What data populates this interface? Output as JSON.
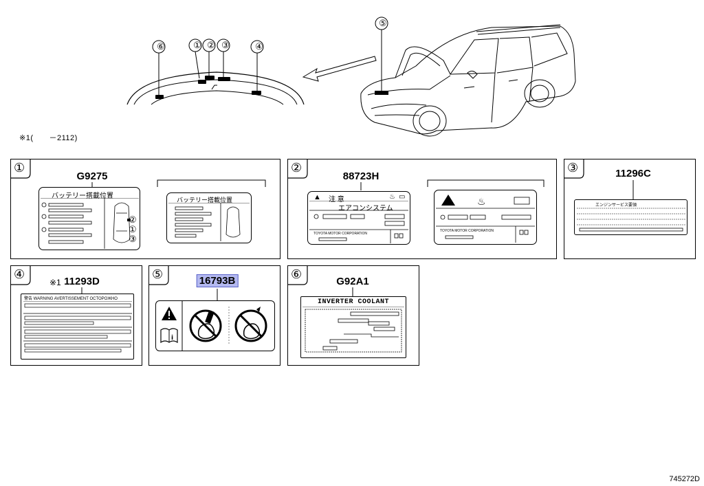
{
  "top": {
    "callouts": [
      "⑥",
      "①",
      "②",
      "③",
      "④",
      "⑤"
    ]
  },
  "note": "※1(　　－2112)",
  "sheet_id": "745272D",
  "panels": {
    "p1": {
      "num": "①",
      "part": "G9275",
      "label_title_a": "バッテリー搭載位置",
      "label_title_b": "バッテリー搭載位置",
      "callouts": [
        "②",
        "①",
        "③"
      ]
    },
    "p2": {
      "num": "②",
      "part": "88723H",
      "title_a_caution": "注 意",
      "title_a_main": "エアコンシステム",
      "footer_a": "TOYOTA MOTOR CORPORATION",
      "footer_b": "TOYOTA MOTOR CORPORATION"
    },
    "p3": {
      "num": "③",
      "part": "11296C",
      "label_title": "エンジンサービス要領"
    },
    "p4": {
      "num": "④",
      "prefix": "※1",
      "part": "11293D",
      "header": "警告 WARNING AVERTISSEMENT OCTOPOЖНО"
    },
    "p5": {
      "num": "⑤",
      "part": "16793B"
    },
    "p6": {
      "num": "⑥",
      "part": "G92A1",
      "label_title": "INVERTER COOLANT"
    }
  }
}
